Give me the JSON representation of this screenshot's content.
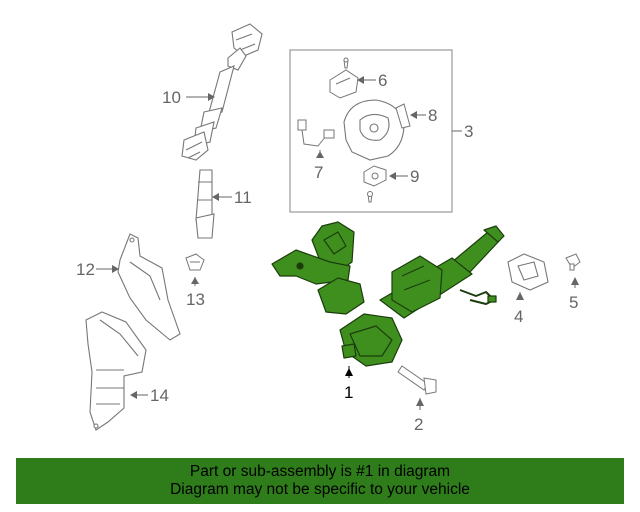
{
  "callouts": {
    "c1": "1",
    "c2": "2",
    "c3": "3",
    "c4": "4",
    "c5": "5",
    "c6": "6",
    "c7": "7",
    "c8": "8",
    "c9": "9",
    "c10": "10",
    "c11": "11",
    "c12": "12",
    "c13": "13",
    "c14": "14"
  },
  "notice": {
    "line1": "Part or sub-assembly is #1 in diagram",
    "line2": "Diagram may not be specific to your vehicle"
  },
  "colors": {
    "highlight_part": "#3f8f1f",
    "notice_bar": "#2e7d1a",
    "line_art": "#777777"
  }
}
